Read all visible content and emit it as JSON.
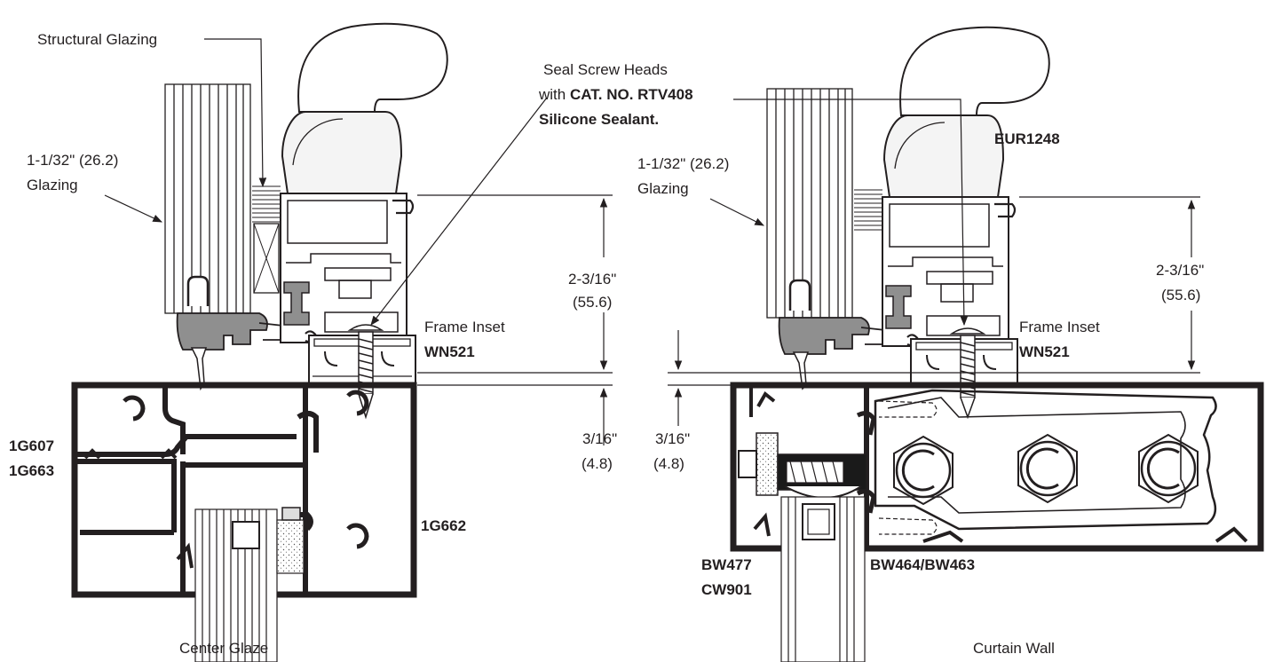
{
  "left_detail": {
    "caption": "Center Glaze",
    "structural_glazing": "Structural Glazing",
    "glazing_line1": "1-1/32\" (26.2)",
    "glazing_line2": "Glazing",
    "dim_top_line1": "2-3/16\"",
    "dim_top_line2": "(55.6)",
    "dim_bottom_line1": "3/16\"",
    "dim_bottom_line2": "(4.8)",
    "frame_inset": "Frame Inset",
    "frame_part": "WN521",
    "part_1g607": "1G607",
    "part_1g663": "1G663",
    "part_1g662": "1G662"
  },
  "seal_note": {
    "line1": "Seal Screw Heads",
    "line2_prefix": "with ",
    "line2_bold": "CAT. NO. RTV408",
    "line3_bold": "Silicone Sealant."
  },
  "right_detail": {
    "caption": "Curtain Wall",
    "handle_part": "EUR1248",
    "glazing_line1": "1-1/32\" (26.2)",
    "glazing_line2": "Glazing",
    "dim_top_line1": "2-3/16\"",
    "dim_top_line2": "(55.6)",
    "dim_bottom_line1": "3/16\"",
    "dim_bottom_line2": "(4.8)",
    "frame_inset": "Frame Inset",
    "frame_part": "WN521",
    "part_bw477": "BW477",
    "part_cw901": "CW901",
    "part_bw464": "BW464/BW463"
  }
}
